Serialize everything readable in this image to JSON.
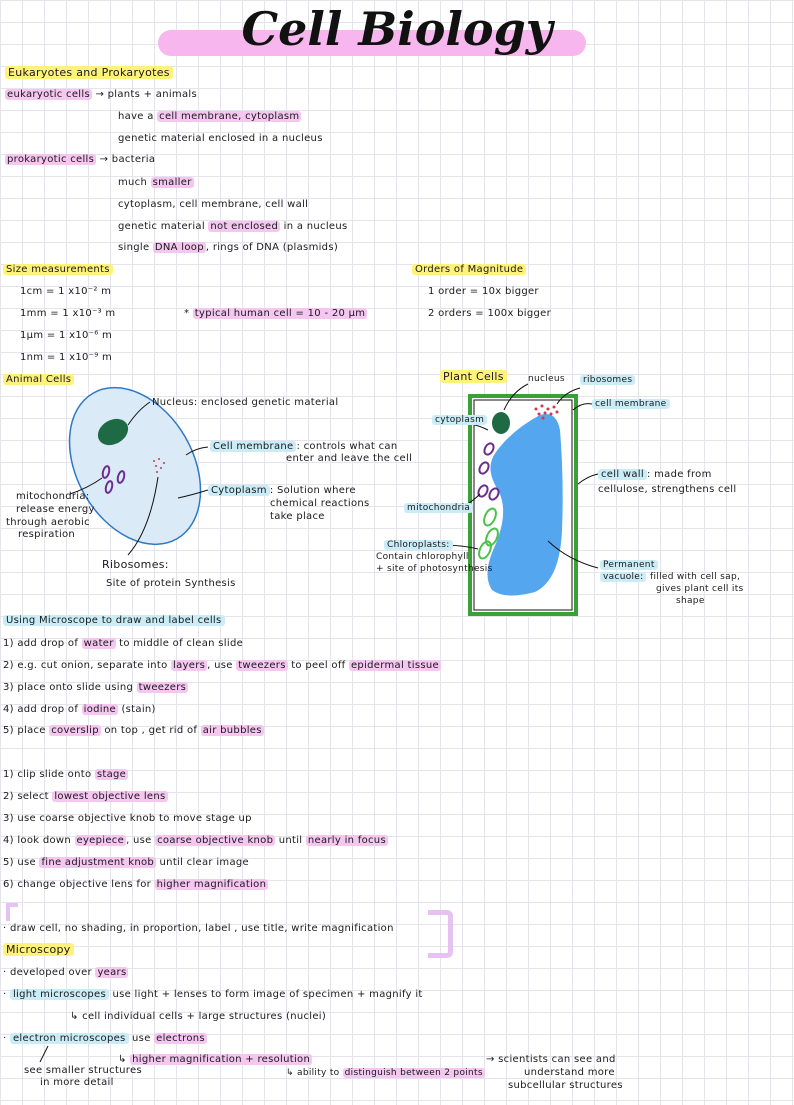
{
  "title": "Cell Biology",
  "eukpro": {
    "heading": "Eukaryotes and Prokaryotes",
    "euk_label": "eukaryotic cells",
    "euk_arrow_text": "→ plants + animals",
    "euk_line2_a": "have a",
    "euk_line2_b": "cell membrane, cytoplasm",
    "euk_line3": "genetic material enclosed in a nucleus",
    "pro_label": "prokaryotic cells",
    "pro_arrow_text": "→ bacteria",
    "pro_line2_a": "much",
    "pro_line2_b": "smaller",
    "pro_line3": "cytoplasm, cell membrane, cell wall",
    "pro_line4_a": "genetic material",
    "pro_line4_b": "not enclosed",
    "pro_line4_c": "in a nucleus",
    "pro_line5_a": "single",
    "pro_line5_b": "DNA loop",
    "pro_line5_c": ", rings of DNA (plasmids)"
  },
  "size": {
    "heading": "Size measurements",
    "rows": [
      "1cm = 1 x10⁻² m",
      "1mm = 1 x10⁻³ m",
      "1μm = 1 x10⁻⁶ m",
      "1nm = 1 x10⁻⁹ m"
    ],
    "typical_star": "*",
    "typical": "typical human cell = 10 - 20 μm"
  },
  "orders": {
    "heading": "Orders of Magnitude",
    "rows": [
      "1 order = 10x bigger",
      "2 orders = 100x bigger"
    ]
  },
  "animal": {
    "heading": "Animal Cells",
    "nucleus_term": "Nucleus",
    "nucleus_def": ": enclosed genetic material",
    "membrane_term": "Cell membrane",
    "membrane_def1": ": controls what can",
    "membrane_def2": "enter and leave the cell",
    "cytoplasm_term": "Cytoplasm",
    "cytoplasm_def1": ": Solution where",
    "cytoplasm_def2": "chemical reactions",
    "cytoplasm_def3": "take place",
    "mito1": "mitochondria:",
    "mito2": "release energy",
    "mito3": "through aerobic",
    "mito4": "respiration",
    "ribo1": "Ribosomes:",
    "ribo2": "Site of protein Synthesis"
  },
  "plant": {
    "heading": "Plant Cells",
    "nucleus": "nucleus",
    "ribosomes": "ribosomes",
    "cytoplasm": "cytoplasm",
    "membrane": "cell membrane",
    "wall_term": "cell wall",
    "wall_def1": ": made from",
    "wall_def2": "cellulose, strengthens cell",
    "mito": "mitochondria",
    "chloro1": "Chloroplasts:",
    "chloro2": "Contain chlorophyll",
    "chloro3": "+ site of photosynthesis",
    "vac1": "Permanent",
    "vac2": "vacuole:",
    "vac_def1": "filled with cell sap,",
    "vac_def2": "gives plant cell its",
    "vac_def3": "shape"
  },
  "microscope": {
    "heading": "Using Microscope to draw and label cells",
    "s1_a": "1) add drop of",
    "s1_b": "water",
    "s1_c": "to middle of clean slide",
    "s2_a": "2) e.g. cut onion, separate into",
    "s2_b": "layers",
    "s2_c": ", use",
    "s2_d": "tweezers",
    "s2_e": "to peel off",
    "s2_f": "epidermal tissue",
    "s3_a": "3) place onto slide using",
    "s3_b": "tweezers",
    "s4_a": "4) add drop of",
    "s4_b": "iodine",
    "s4_c": "(stain)",
    "s5_a": "5) place",
    "s5_b": "coverslip",
    "s5_c": "on top , get rid of",
    "s5_d": "air bubbles",
    "u1_a": "1) clip slide onto",
    "u1_b": "stage",
    "u2_a": "2) select",
    "u2_b": "lowest objective lens",
    "u3": "3) use coarse objective knob to move stage up",
    "u4_a": "4) look down",
    "u4_b": "eyepiece",
    "u4_c": ", use",
    "u4_d": "coarse objective knob",
    "u4_e": "until",
    "u4_f": "nearly in focus",
    "u5_a": "5) use",
    "u5_b": "fine adjustment knob",
    "u5_c": "until clear image",
    "u6_a": "6) change objective lens for",
    "u6_b": "higher magnification",
    "draw": "· draw cell, no shading, in proportion, label , use title, write magnification"
  },
  "microscopy": {
    "heading": "Microscopy",
    "l1_a": "· developed over",
    "l1_b": "years",
    "l2_a": "·",
    "l2_b": "light microscopes",
    "l2_c": "use light + lenses to form image of specimen + magnify it",
    "l3": "↳ cell individual cells + large structures (nuclei)",
    "l4_a": "·",
    "l4_b": "electron microscopes",
    "l4_c": "use",
    "l4_d": "electrons",
    "l5_a": "↳",
    "l5_b": "higher magnification + resolution",
    "l6_a": "see smaller structures",
    "l6_b": "in more detail",
    "l7_a": "↳ ability to",
    "l7_b": "distinguish between 2 points",
    "l8_a": "→ scientists can see and",
    "l8_b": "understand more",
    "l8_c": "subcellular structures"
  }
}
